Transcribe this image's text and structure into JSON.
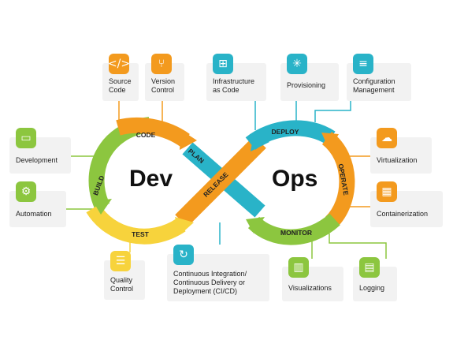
{
  "center": {
    "left": "Dev",
    "right": "Ops"
  },
  "loop_labels": {
    "code": "CODE",
    "build": "BUILD",
    "test": "TEST",
    "plan": "PLAN",
    "release": "RELEASE",
    "deploy": "DEPLOY",
    "operate": "OPERATE",
    "monitor": "MONITOR"
  },
  "nodes": {
    "source_code": {
      "label_1": "Source",
      "label_2": "Code",
      "icon": "code-brackets-icon"
    },
    "version_control": {
      "label_1": "Version",
      "label_2": "Control",
      "icon": "branch-icon"
    },
    "infrastructure_as_code": {
      "label_1": "Infrastructure",
      "label_2": "as Code",
      "icon": "network-icon"
    },
    "provisioning": {
      "label_1": "Provisioning",
      "icon": "hub-icon"
    },
    "configuration_management": {
      "label_1": "Configuration",
      "label_2": "Management",
      "icon": "sliders-icon"
    },
    "development": {
      "label_1": "Development",
      "icon": "monitor-icon"
    },
    "automation": {
      "label_1": "Automation",
      "icon": "gear-icon"
    },
    "virtualization": {
      "label_1": "Virtualization",
      "icon": "cloud-icon"
    },
    "containerization": {
      "label_1": "Containerization",
      "icon": "container-icon"
    },
    "quality_control": {
      "label_1": "Quality",
      "label_2": "Control",
      "icon": "checklist-icon"
    },
    "ci_cd": {
      "label_1": "Continuous Integration/",
      "label_2": "Continuous Delivery or",
      "label_3": "Deployment (CI/CD)",
      "icon": "cycle-icon"
    },
    "visualizations": {
      "label_1": "Visualizations",
      "icon": "bar-chart-icon"
    },
    "logging": {
      "label_1": "Logging",
      "icon": "log-icon"
    }
  },
  "colors": {
    "orange": "#f39a1e",
    "teal": "#29b3c8",
    "green": "#8cc63f",
    "yellow": "#f7d33c",
    "node_bg": "#f2f2f2",
    "text": "#222222"
  }
}
